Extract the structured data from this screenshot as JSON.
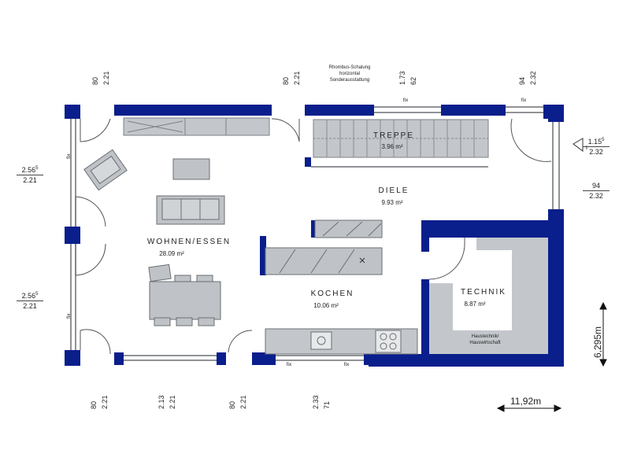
{
  "rooms": {
    "treppe": {
      "name": "TREPPE",
      "area": "3.96 m²"
    },
    "diele": {
      "name": "DIELE",
      "area": "9.93 m²"
    },
    "wohnen": {
      "name": "WOHNEN/ESSEN",
      "area": "28.09 m²"
    },
    "kochen": {
      "name": "KOCHEN",
      "area": "10.06 m²"
    },
    "technik": {
      "name": "TECHNIK",
      "area": "8.87 m²"
    }
  },
  "notes": {
    "rhombus_1": "Rhombus-Schalung",
    "rhombus_2": "horizontal",
    "rhombus_3": "Sonderausstattung",
    "haustechnik_1": "Haustechnik/",
    "haustechnik_2": "Hauswirtschaft",
    "fix": "fix"
  },
  "dims_top": [
    {
      "a": "80",
      "b": "2.21"
    },
    {
      "a": "80",
      "b": "2.21"
    },
    {
      "a": "1.73",
      "b": "62"
    },
    {
      "a": "94",
      "b": "2.32"
    }
  ],
  "dims_bottom": [
    {
      "a": "80",
      "b": "2.21"
    },
    {
      "a": "2.13",
      "b": "2.21"
    },
    {
      "a": "80",
      "b": "2.21"
    },
    {
      "a": "2.33",
      "b": "71"
    }
  ],
  "dims_left": [
    {
      "a": "2.56",
      "sup": "5",
      "b": "2.21"
    },
    {
      "a": "2.56",
      "sup": "5",
      "b": "2.21"
    }
  ],
  "dims_right": [
    {
      "a": "1.15",
      "sup": "5",
      "b": "2.32"
    },
    {
      "a": "94",
      "b": "2.32"
    }
  ],
  "overall": {
    "width": "11,92m",
    "depth": "6,295m"
  },
  "colors": {
    "wall_outer": "#0a1e8c",
    "wall_inner": "#9aa0a6",
    "furniture": "#bfc3c7",
    "furniture_stroke": "#7d8185"
  }
}
